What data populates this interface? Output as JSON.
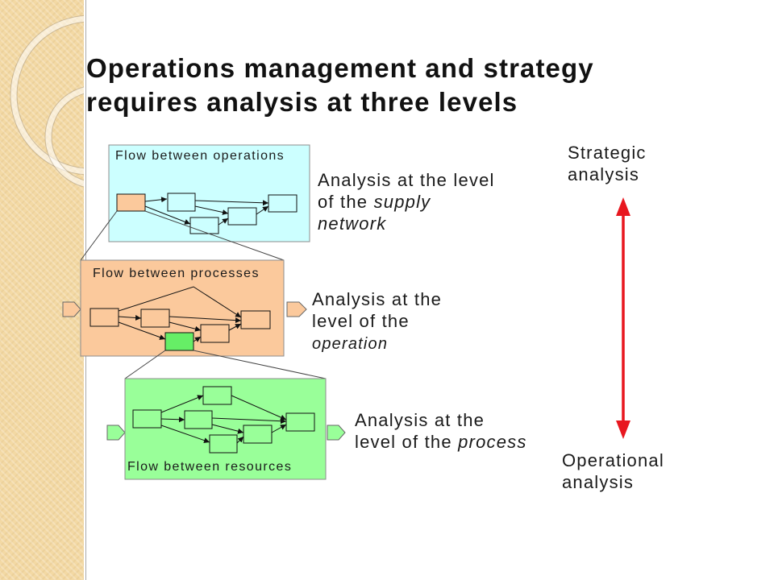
{
  "title": {
    "line1": "Operations management and strategy",
    "line2": "requires analysis at three levels"
  },
  "levels": {
    "supply_network": {
      "box_label": "Flow between operations",
      "analysis": {
        "line1": "Analysis at the level",
        "line2": "of the ",
        "line2_italic": "supply",
        "line3_italic": "network"
      }
    },
    "operation": {
      "box_label": "Flow between processes",
      "analysis": {
        "line1": "Analysis at the",
        "line2": "level of the",
        "line3_italic": "operation"
      }
    },
    "process": {
      "box_label": "Flow between resources",
      "analysis": {
        "line1": "Analysis at the",
        "line2": "level of the ",
        "line2_italic": "process"
      }
    }
  },
  "scale": {
    "top_label": {
      "line1": "Strategic",
      "line2": "analysis"
    },
    "bottom_label": {
      "line1": "Operational",
      "line2": "analysis"
    }
  },
  "colors": {
    "side_strip": "#f3d9a4",
    "supply_network_box": "#ccffff",
    "operation_box": "#fbc99c",
    "process_box": "#99ff99",
    "zoomed_operation_node": "#fbc99c",
    "zoomed_process_node": "#66ee66",
    "scale_arrow": "#e8171f"
  }
}
